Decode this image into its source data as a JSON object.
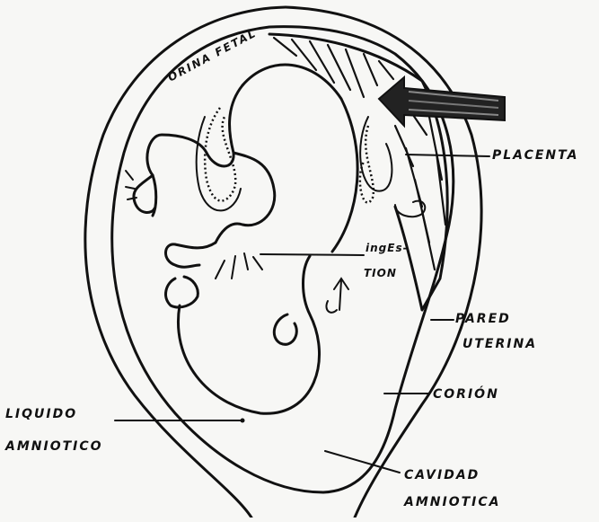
{
  "labels": {
    "orina_fetal": "ORINA FETAL",
    "placenta": "PLACENTA",
    "ingestion_1": "ingEs-",
    "ingestion_2": "TION",
    "pared_1": "PARED",
    "pared_2": "UTERINA",
    "corion": "CORIÓN",
    "liquido_1": "LIQUIDO",
    "liquido_2": "AMNIOTICO",
    "cavidad_1": "CAVIDAD",
    "cavidad_2": "AMNIOTICA"
  },
  "colors": {
    "ink": "#111111",
    "paper": "#f7f7f5"
  }
}
